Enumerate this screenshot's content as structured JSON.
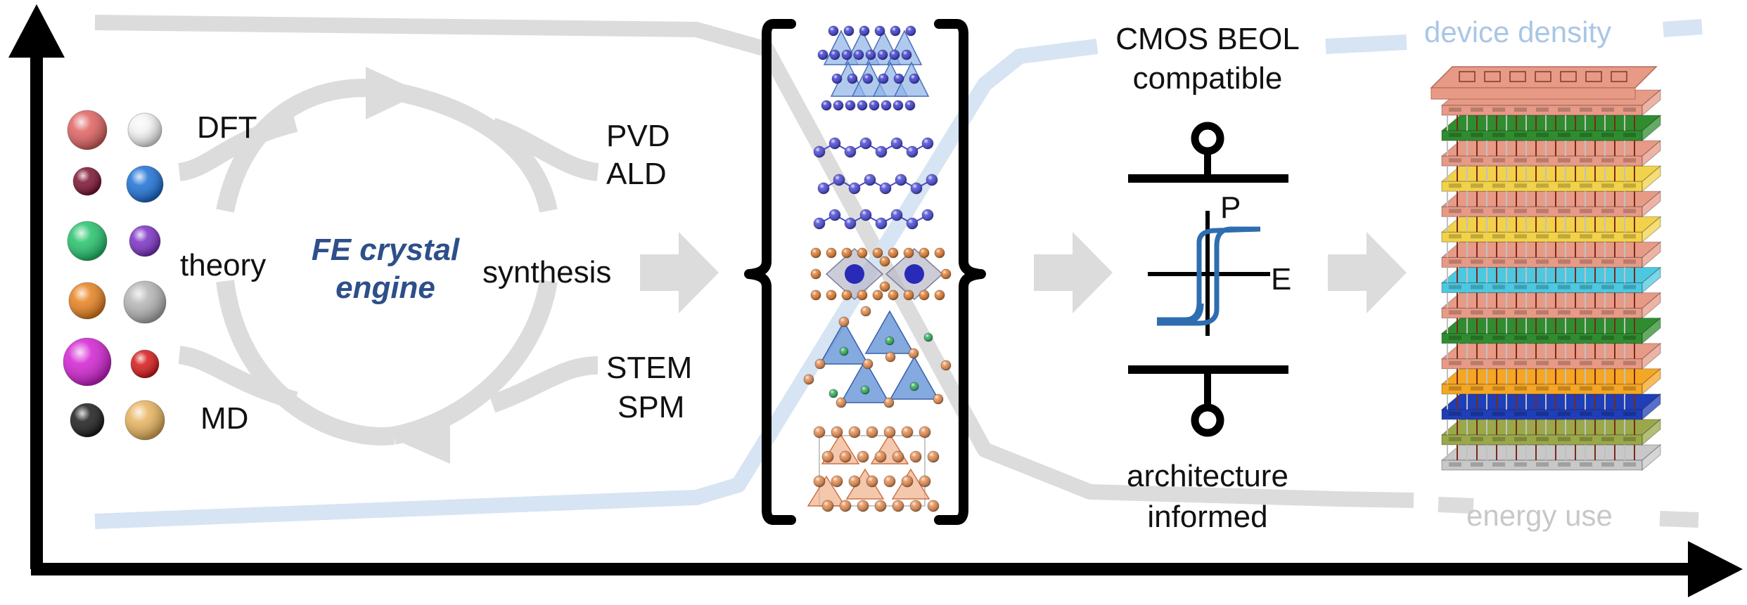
{
  "colors": {
    "axis": "#000000",
    "gray_flow": "#dcdcdc",
    "blue_flow": "#d6e4f3",
    "engine_text": "#2d4f8a",
    "device_density_text": "#a9c6e6",
    "energy_use_text": "#c8c8c8",
    "hysteresis": "#2e6db0"
  },
  "element_spheres": [
    {
      "color": "#e06060"
    },
    {
      "color": "#f2f2f2"
    },
    {
      "color": "#7a1030"
    },
    {
      "color": "#1a6fd6"
    },
    {
      "color": "#22c26a"
    },
    {
      "color": "#7b2fc4"
    },
    {
      "color": "#e8801c"
    },
    {
      "color": "#b4b4b4"
    },
    {
      "color": "#d21fd2"
    },
    {
      "color": "#d61616"
    },
    {
      "color": "#1a1a1a"
    },
    {
      "color": "#e7b25c"
    }
  ],
  "theory": {
    "top_method": "DFT",
    "label": "theory",
    "bottom_method": "MD"
  },
  "engine": {
    "line1": "FE crystal",
    "line2": "engine"
  },
  "synthesis": {
    "top_line1": "PVD",
    "top_line2": "ALD",
    "label": "synthesis",
    "bottom_line1": "STEM",
    "bottom_line2": "SPM"
  },
  "crystal_structures": [
    {
      "name": "tetrahedral-layer-structure",
      "color": "#3a3ad0"
    },
    {
      "name": "puckered-layer-structure",
      "color": "#4646d8"
    },
    {
      "name": "octahedral-cage-structure",
      "color": "#e07a2c"
    },
    {
      "name": "tetrahedral-framework-structure",
      "color": "#5b8ed6"
    },
    {
      "name": "fluorite-structure",
      "color": "#e48a4c"
    }
  ],
  "device": {
    "top_label_line1": "CMOS BEOL",
    "top_label_line2": "compatible",
    "polarization_axis": "P",
    "field_axis": "E",
    "bottom_label_line1": "architecture",
    "bottom_label_line2": "informed"
  },
  "trends": {
    "density_label": "device density",
    "energy_label": "energy use"
  },
  "stack_layers": [
    {
      "color": "#e79a86"
    },
    {
      "color": "#2f8d2f"
    },
    {
      "color": "#e79a86"
    },
    {
      "color": "#f2d24a"
    },
    {
      "color": "#e79a86"
    },
    {
      "color": "#f2d24a"
    },
    {
      "color": "#e79a86"
    },
    {
      "color": "#4dc8e0"
    },
    {
      "color": "#e79a86"
    },
    {
      "color": "#2f8d2f"
    },
    {
      "color": "#e79a86"
    },
    {
      "color": "#f5a623"
    },
    {
      "color": "#1f3fb8"
    },
    {
      "color": "#9aa84a"
    },
    {
      "color": "#c8c8c8"
    }
  ]
}
